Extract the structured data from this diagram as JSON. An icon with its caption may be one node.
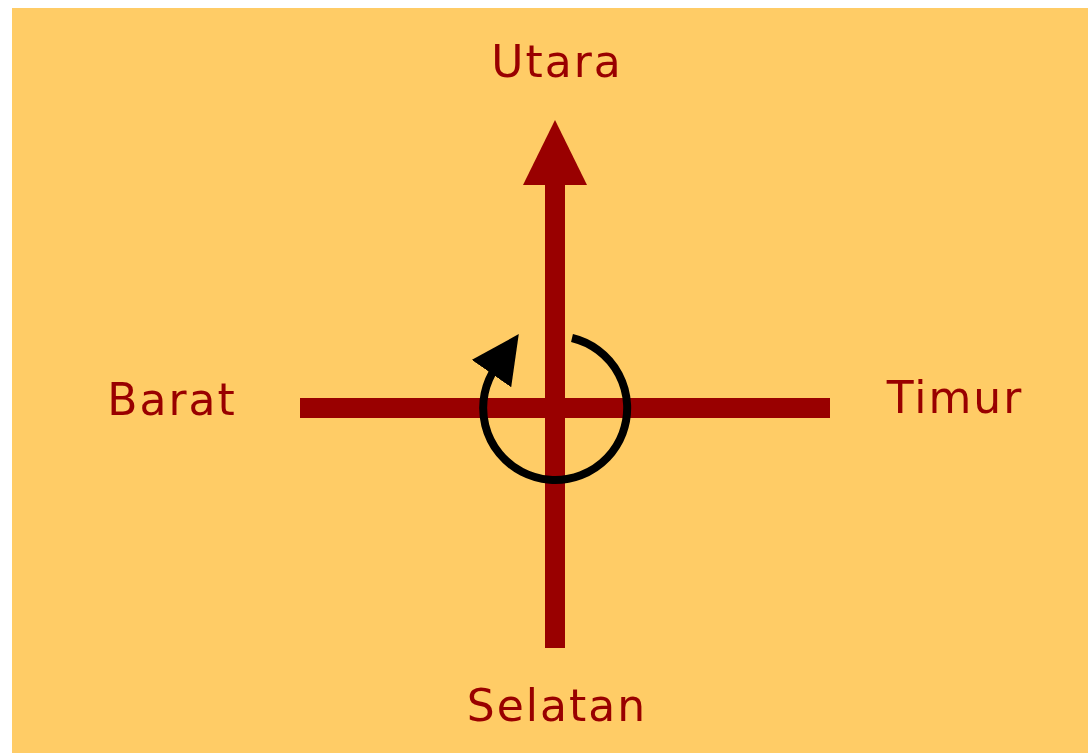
{
  "diagram": {
    "labels": [
      "Utara",
      "Barat",
      "Timur",
      "Selatan"
    ]
  }
}
